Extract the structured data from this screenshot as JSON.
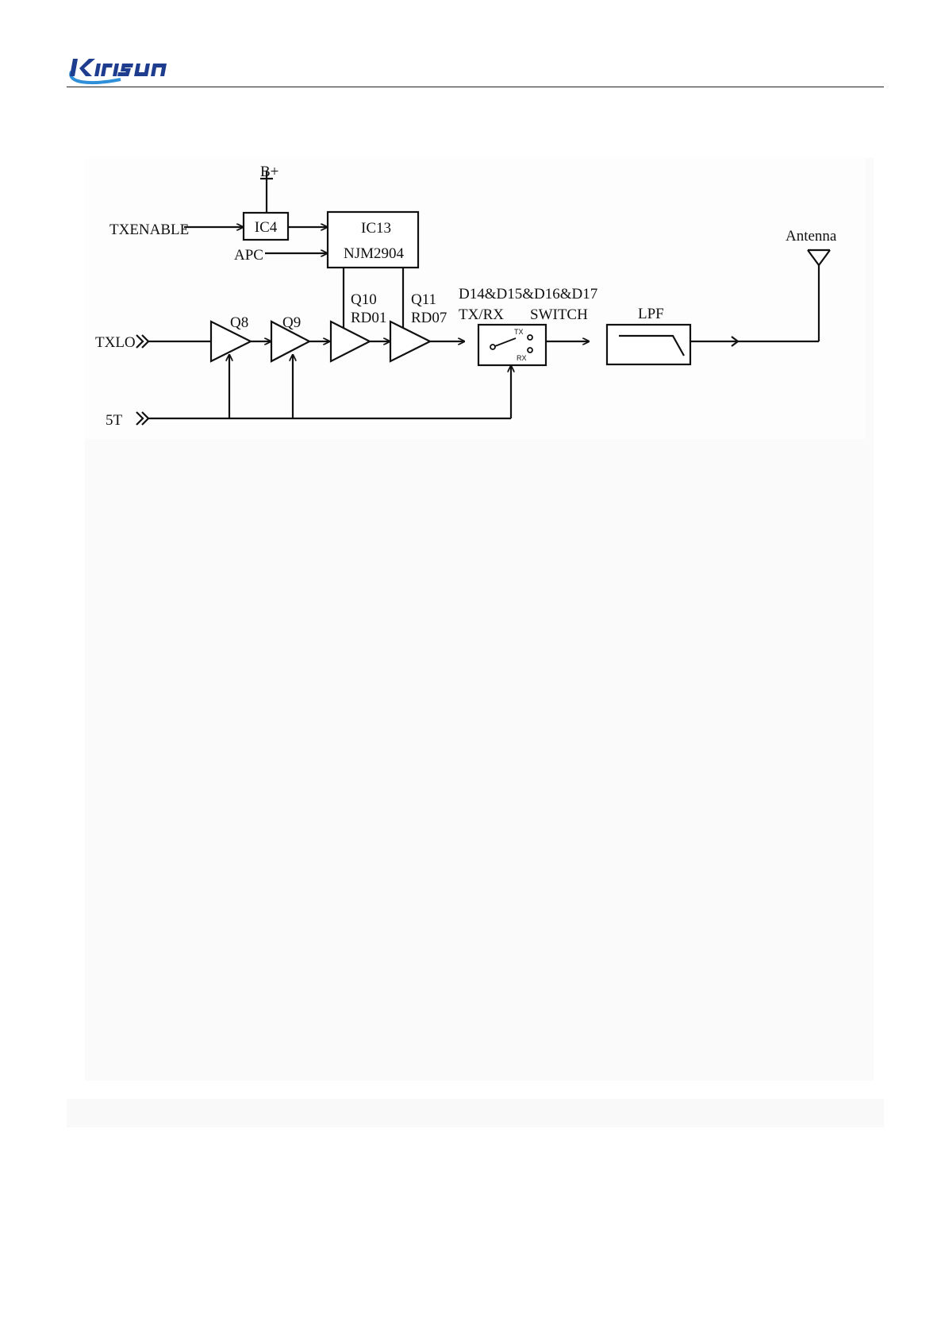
{
  "header": {
    "brand": "Kirisun",
    "colors": {
      "brand_blue": "#1f3d8f",
      "swoosh_blue": "#2f8fd8"
    }
  },
  "diagram": {
    "inputs": {
      "txenable": "TXENABLE",
      "apc": "APC",
      "bplus": "B+",
      "txlo": "TXLO",
      "five_t": "5T"
    },
    "blocks": {
      "ic4": "IC4",
      "ic13_line1": "IC13",
      "ic13_line2": "NJM2904",
      "q8": "Q8",
      "q9": "Q9",
      "q10_line1": "Q10",
      "q10_line2": "RD01",
      "q11_line1": "Q11",
      "q11_line2": "RD07",
      "switch_line1": "D14&D15&D16&D17",
      "switch_tx_label": "TX/RX",
      "switch_word": "SWITCH",
      "switch_tx": "TX",
      "switch_rx": "RX",
      "lpf": "LPF",
      "antenna": "Antenna"
    }
  }
}
